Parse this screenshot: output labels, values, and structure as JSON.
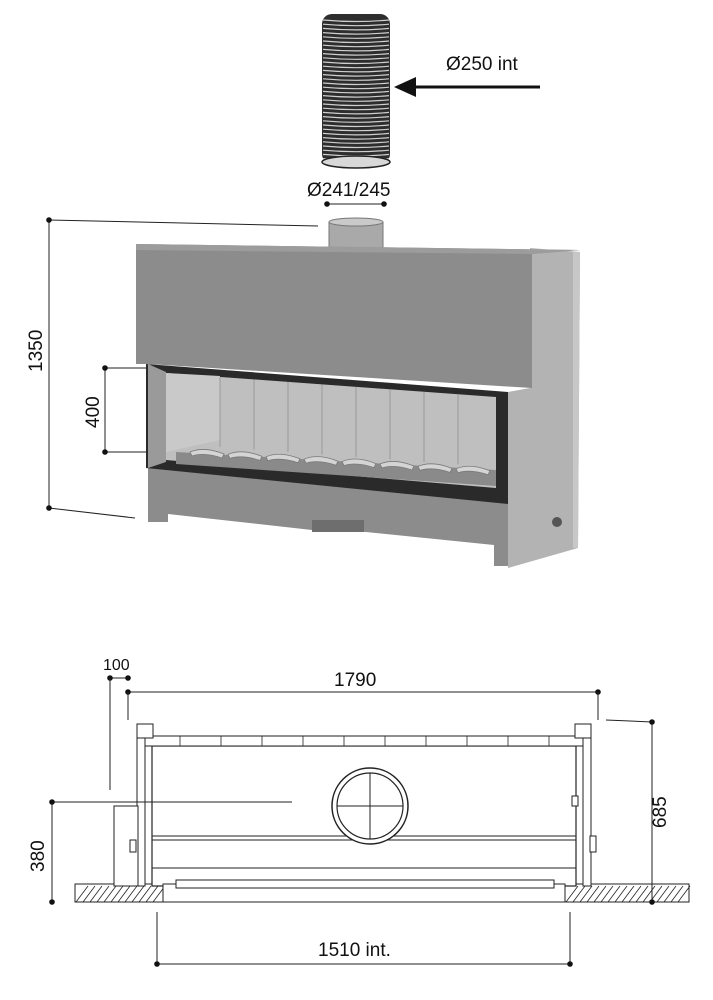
{
  "flue": {
    "pipe_label": "Ø250 int",
    "collar_label": "Ø241/245"
  },
  "front_view": {
    "height_total": "1350",
    "glass_height": "400"
  },
  "plan_view": {
    "offset": "100",
    "overall_width": "1790",
    "depth": "685",
    "side_height": "380",
    "inner_width": "1510 int."
  },
  "colors": {
    "body": "#8e8e8e",
    "body_dark": "#6f6f6f",
    "side": "#b5b5b5",
    "firebox": "#bdbdbd",
    "frame": "#2a2a2a",
    "pipe": "#3a3a3a"
  }
}
